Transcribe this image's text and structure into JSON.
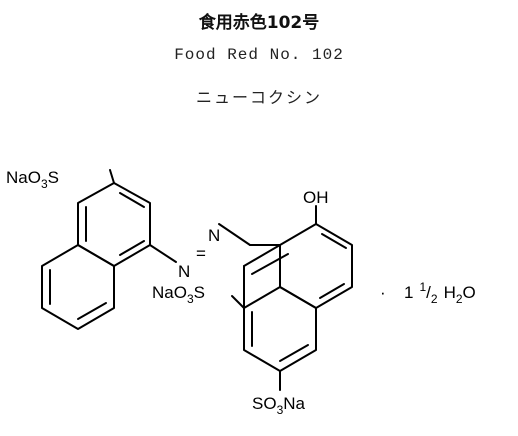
{
  "header": {
    "title_jp": "食用赤色102号",
    "title_en": "Food Red No. 102",
    "title_kana": "ニューコクシン"
  },
  "structure": {
    "labels": {
      "na_o3s_top": {
        "pre": "NaO",
        "sub": "3",
        "post": "S"
      },
      "n1": "N",
      "eq": "=",
      "n2": "N",
      "oh": "OH",
      "na_o3s_mid": {
        "pre": "NaO",
        "sub": "3",
        "post": "S"
      },
      "so3na_bottom": {
        "pre": "SO",
        "sub": "3",
        "post": "Na"
      }
    },
    "hydrate": {
      "dot": "·",
      "whole": "1",
      "num": "1",
      "slash": "/",
      "den": "2",
      "water_pre": "H",
      "water_sub": "2",
      "water_post": "O"
    }
  }
}
